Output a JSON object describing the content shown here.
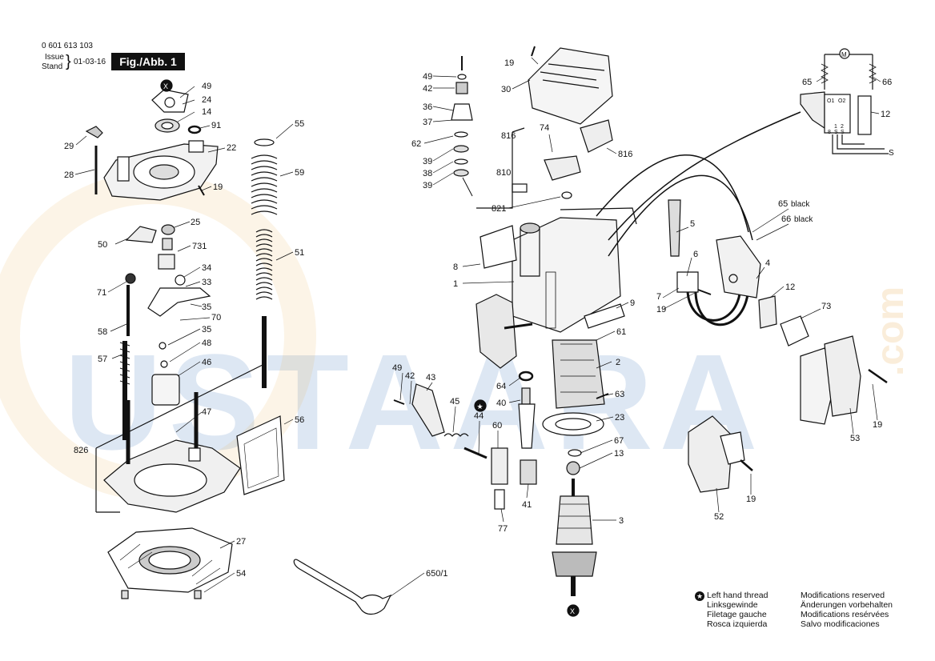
{
  "header": {
    "part_number": "0 601 613 103",
    "issue_label": "Issue",
    "stand_label": "Stand",
    "date": "01-03-16",
    "figure_label": "Fig./Abb. 1"
  },
  "watermark": {
    "text": "USTAARA",
    "suffix": ".com",
    "color": "#4a7fc1",
    "accent": "#e8a23a"
  },
  "legend": {
    "left_hand_thread": [
      "Left hand thread",
      "Linksgewinde",
      "Filetage gauche",
      "Rosca izquierda"
    ],
    "modifications": [
      "Modifications reserved",
      "Änderungen vorbehalten",
      "Modifications resérvées",
      "Salvo modificaciones"
    ]
  },
  "callouts": {
    "c49a": "49",
    "c24": "24",
    "c14": "14",
    "c91": "91",
    "c29": "29",
    "c22": "22",
    "c28": "28",
    "c19a": "19",
    "c25": "25",
    "c50": "50",
    "c731": "731",
    "c34": "34",
    "c33": "33",
    "c71": "71",
    "c35a": "35",
    "c70": "70",
    "c58": "58",
    "c35b": "35",
    "c48": "48",
    "c57": "57",
    "c46": "46",
    "c47": "47",
    "c826": "826",
    "c56": "56",
    "c55": "55",
    "c59": "59",
    "c51": "51",
    "c27": "27",
    "c54": "54",
    "c650": "650/1",
    "c49b": "49",
    "c42a": "42",
    "c36": "36",
    "c37": "37",
    "c62": "62",
    "c39a": "39",
    "c38": "38",
    "c39b": "39",
    "c19b": "19",
    "c30": "30",
    "c816a": "816",
    "c74": "74",
    "c816b": "816",
    "c810": "810",
    "c821": "821",
    "c8": "8",
    "c1": "1",
    "c61": "61",
    "c9": "9",
    "c64": "64",
    "c2": "2",
    "c40": "40",
    "c63": "63",
    "c23": "23",
    "c49c": "49",
    "c42b": "42",
    "c43": "43",
    "c45": "45",
    "c44": "44",
    "c60": "60",
    "c41": "41",
    "c77": "77",
    "c67": "67",
    "c13": "13",
    "c3": "3",
    "c65": "65",
    "c66": "66",
    "c12a": "12",
    "c65b": "65",
    "c66b": "66",
    "black1": "black",
    "black2": "black",
    "c5": "5",
    "c6": "6",
    "c4": "4",
    "c7": "7",
    "c19c": "19",
    "c12b": "12",
    "c73": "73",
    "c19d": "19",
    "c53": "53",
    "c19e": "19",
    "c52": "52",
    "sw_o1": "O1",
    "sw_o2": "O2",
    "sw_1": "1",
    "sw_2": "2",
    "sw_8": "8",
    "sw_s1": "S",
    "sw_s2": "S",
    "sw_out": "S",
    "motor": "M"
  }
}
